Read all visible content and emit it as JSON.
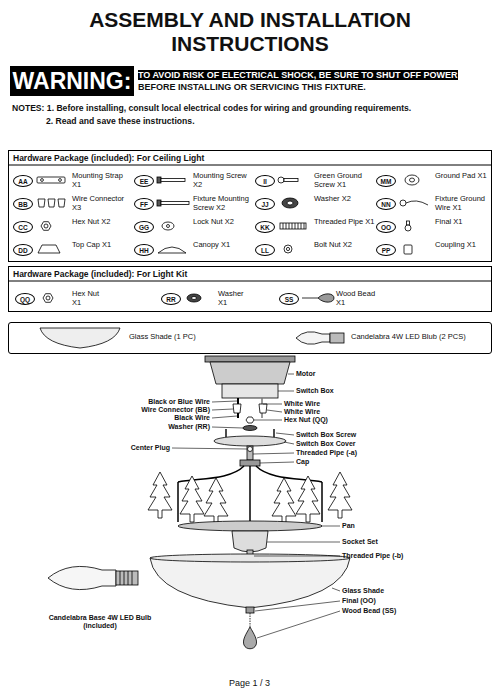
{
  "diagram": {
    "title": "ASSEMBLY AND INSTALLATION INSTRUCTIONS",
    "nodes": [
      {
        "text": [
          "WARNING:",
          "TO AVOID RISK OF ELECTRICAL SHOCK, BE SURE TO SHUT OFF POWER BEFORE INSTALLING OR SERVICING THIS FIXTURE."
        ]
      },
      {
        "text": [
          "Hardware Package (included): For Ceiling Light"
        ]
      },
      {
        "text": [
          "AA"
        ],
        "in": 1
      },
      {
        "text": [
          "EE"
        ],
        "in": 1
      },
      {
        "text": [
          "II"
        ],
        "in": 1
      },
      {
        "text": [
          "MM"
        ],
        "in": 1
      },
      {
        "text": [
          "BB"
        ],
        "in": 1
      },
      {
        "text": [
          "FF"
        ],
        "in": 1
      },
      {
        "text": [
          "JJ"
        ],
        "in": 1
      },
      {
        "text": [
          "NN"
        ],
        "in": 1
      },
      {
        "text": [
          "CC"
        ],
        "in": 1
      },
      {
        "text": [
          "GG"
        ],
        "in": 1
      },
      {
        "text": [
          "KK"
        ],
        "in": 1
      },
      {
        "text": [
          "OO"
        ],
        "in": 1
      },
      {
        "text": [
          "DD"
        ],
        "in": 1
      },
      {
        "text": [
          "HH"
        ],
        "in": 1
      },
      {
        "text": [
          "LL"
        ],
        "in": 1
      },
      {
        "text": [
          "PP"
        ],
        "in": 1
      },
      {
        "text": [
          "Hardware Package (included): For Light Kit"
        ]
      },
      {
        "text": [
          "QQ"
        ],
        "in": 18
      },
      {
        "text": [
          "RR"
        ],
        "in": 18
      },
      {
        "text": [
          "SS"
        ],
        "in": 18
      },
      {
        "text": [
          "Glass Shade (1 PC)",
          "Candelabra 4W LED Blub (2 PCS)"
        ]
      }
    ],
    "labels": [
      "NOTES: 1. Before installing, consult local electrical codes for wiring and grounding requirements.",
      "2. Read and save these instructions.",
      "Mounting Strap X1",
      "Mounting Screw X2",
      "Green Ground Screw X1",
      "Ground Pad X1",
      "Wire Connector X3",
      "Fixture Mounting Screw X2",
      "Washer X2",
      "Fixture Ground Wire X1",
      "Hex Nut X2",
      "Lock Nut X2",
      "Threaded Pipe X1",
      "Final X1",
      "Top Cap X1",
      "Canopy X1",
      "Bolt Nut X2",
      "Coupling X1",
      "Hex Nut X1",
      "Washer X1",
      "Wood Bead X1",
      "Motor",
      "Switch Box",
      "Black or Blue Wire",
      "White Wire",
      "Wire Connector (BB)",
      "White Wire",
      "Black Wire",
      "Hex Nut (QQ)",
      "Washer (RR)",
      "Switch Box Screw",
      "Switch Box Cover",
      "Center Plug",
      "Threaded Pipe (-a)",
      "Cap",
      "Pan",
      "Socket Set",
      "Threaded Pipe (-b)",
      "Glass Shade",
      "Candelabra Base 4W LED Bulb (included)",
      "Final (OO)",
      "Wood Bead (SS)",
      "Page 1 / 3"
    ]
  }
}
